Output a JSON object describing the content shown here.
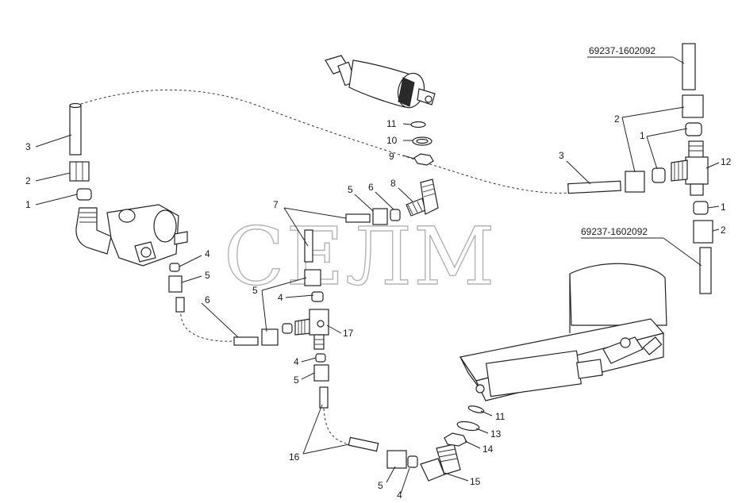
{
  "watermark": "СЕЛМ",
  "part_numbers": {
    "tube_top_right": "69237-1602092",
    "tube_bottom_right": "69237-1602092"
  },
  "callouts": {
    "c3_left": "3",
    "c2_left": "2",
    "c1_left": "1",
    "c4_a": "4",
    "c5_a": "5",
    "c6_a": "6",
    "c7": "7",
    "c5_b": "5",
    "c4_b": "4",
    "c17": "17",
    "c4_c": "4",
    "c5_c": "5",
    "c16": "16",
    "c5_d": "5",
    "c4_d": "4",
    "c15": "15",
    "c14": "14",
    "c13": "13",
    "c11_b": "11",
    "c11_a": "11",
    "c10": "10",
    "c9": "9",
    "c5_e": "5",
    "c6_b": "6",
    "c8": "8",
    "c3_mid": "3",
    "c2_right": "2",
    "c1_right": "1",
    "c12": "12",
    "c1_right_b": "1",
    "c2_right_b": "2"
  }
}
